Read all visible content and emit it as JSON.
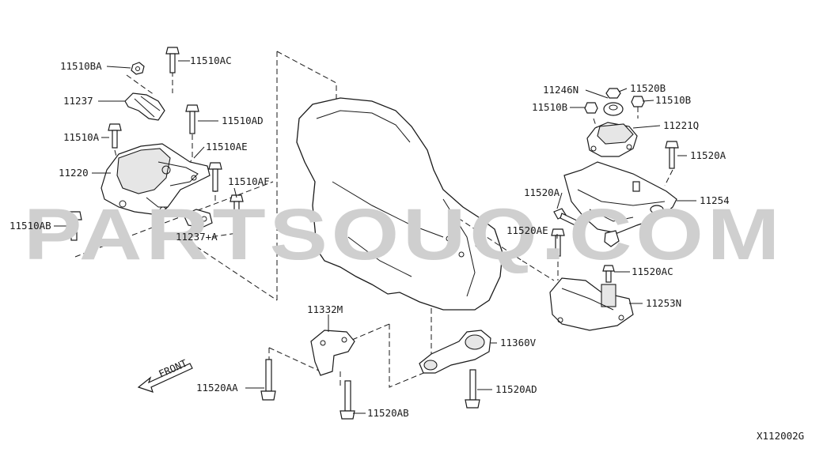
{
  "watermark": "PARTSOUQ.COM",
  "diagram_code": "X112002G",
  "front_label": "FRONT",
  "labels": {
    "l_11510BA": "11510BA",
    "l_11510AC": "11510AC",
    "l_11237": "11237",
    "l_11510AD": "11510AD",
    "l_11510A": "11510A",
    "l_11510AE": "11510AE",
    "l_11220": "11220",
    "l_11510AF": "11510AF",
    "l_11510AB": "11510AB",
    "l_11237A": "11237+A",
    "l_11246N": "11246N",
    "l_11520B": "11520B",
    "l_11510B_left": "11510B",
    "l_11510B_right": "11510B",
    "l_11221Q": "11221Q",
    "l_11520A_right": "11520A",
    "l_11520A_mid": "11520A",
    "l_11254": "11254",
    "l_11520AE": "11520AE",
    "l_11520AC": "11520AC",
    "l_11253N": "11253N",
    "l_11332M": "11332M",
    "l_11360V": "11360V",
    "l_11520AA": "11520AA",
    "l_11520AB": "11520AB",
    "l_11520AD": "11520AD"
  }
}
